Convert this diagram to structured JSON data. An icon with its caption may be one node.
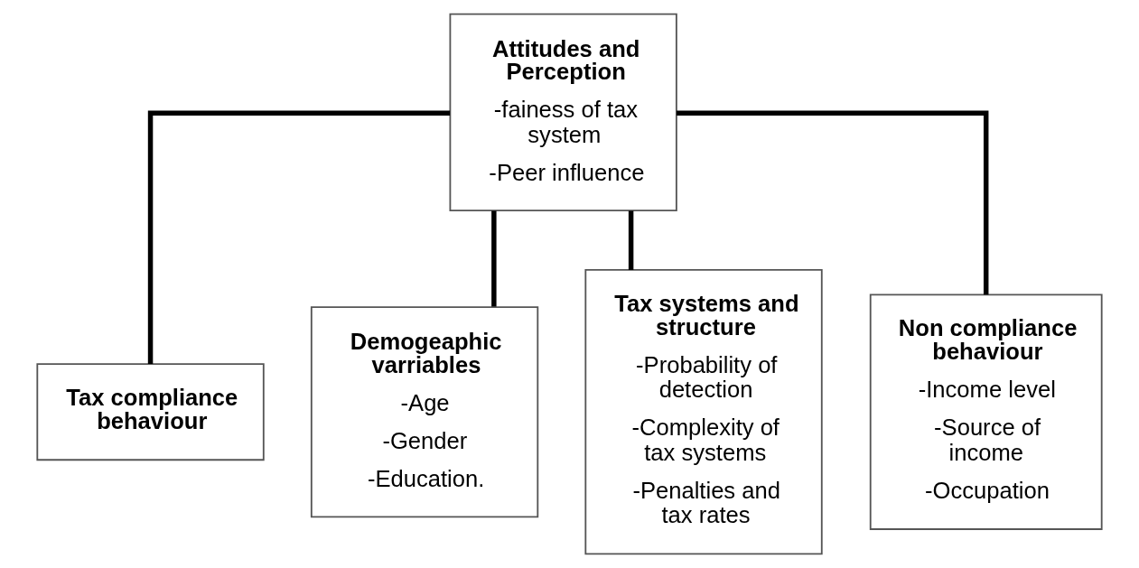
{
  "diagram": {
    "nodes": [
      {
        "text": [
          "Attitudes and Perception",
          "-fainess of tax system",
          "-Peer influence"
        ]
      },
      {
        "text": [
          "Tax compliance behaviour"
        ]
      },
      {
        "text": [
          "Demogeaphic varriables",
          "-Age",
          "-Gender",
          "-Education."
        ]
      },
      {
        "text": [
          "Tax systems and structure",
          "-Probability of detection",
          "-Complexity of tax systems",
          "-Penalties and tax rates"
        ]
      },
      {
        "text": [
          "Non compliance behaviour",
          "-Income level",
          "-Source of income",
          "-Occupation"
        ]
      }
    ],
    "edges": [
      {
        "from": 0,
        "to": 1,
        "arrow": "none"
      },
      {
        "from": 0,
        "to": 2,
        "arrow": "none"
      },
      {
        "from": 0,
        "to": 3,
        "arrow": "none"
      },
      {
        "from": 0,
        "to": 4,
        "arrow": "none"
      }
    ]
  }
}
